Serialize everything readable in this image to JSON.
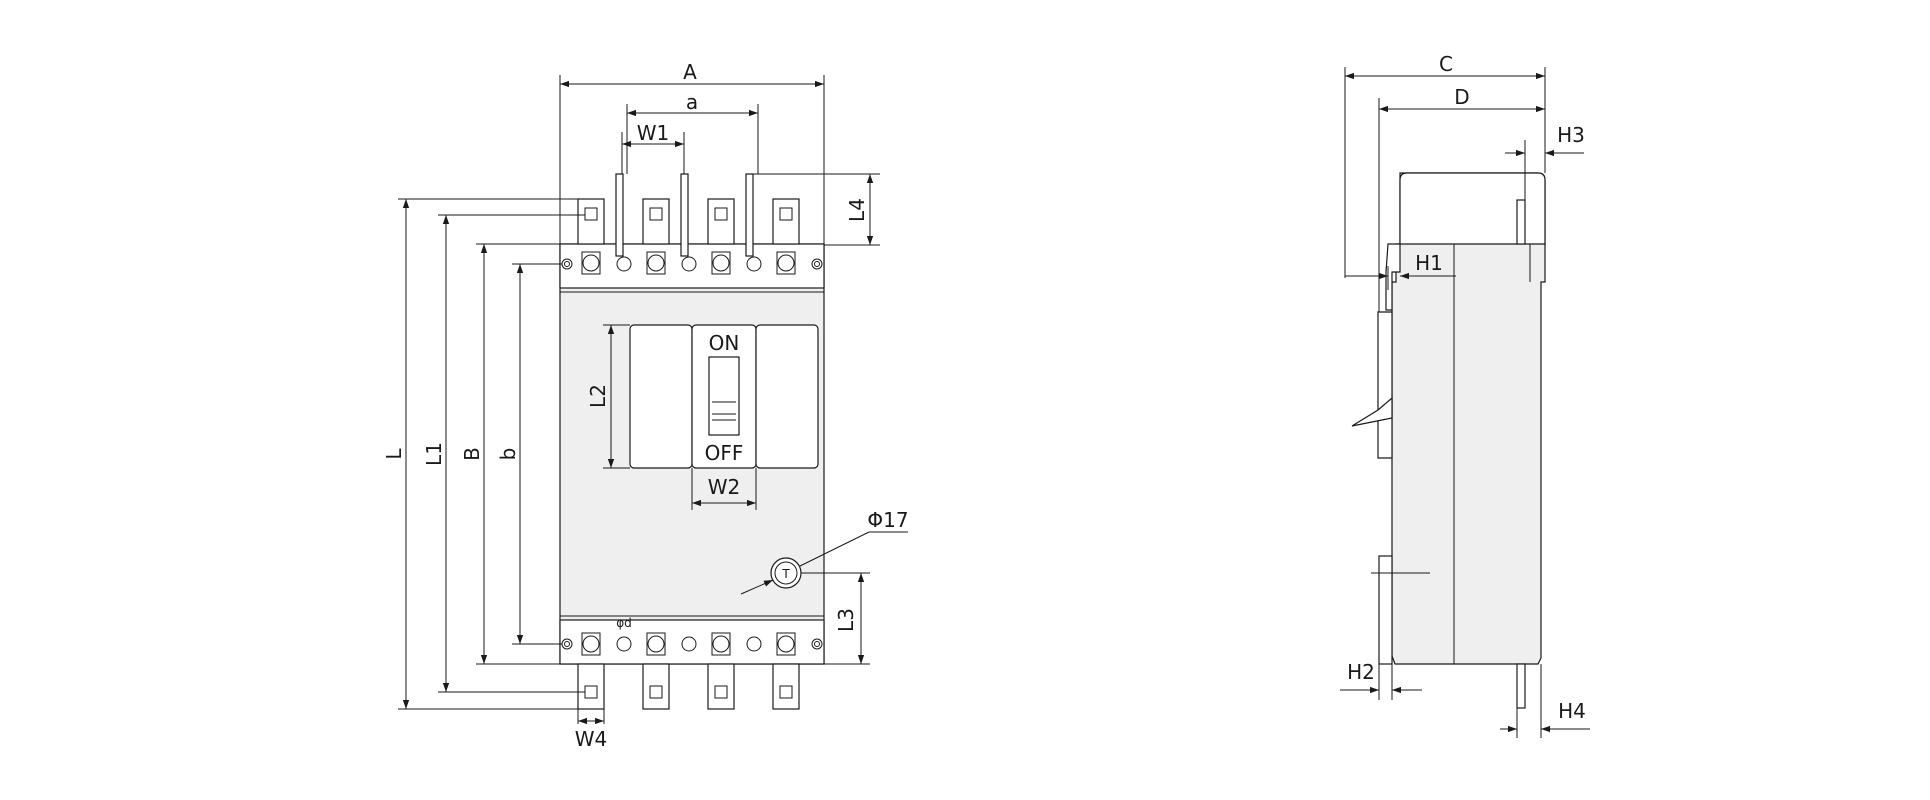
{
  "front_view": {
    "dimension_labels": {
      "A": "A",
      "a": "a",
      "W1": "W1",
      "L4": "L4",
      "L": "L",
      "L1": "L1",
      "B": "B",
      "b": "b",
      "L2": "L2",
      "W2": "W2",
      "phi17": "Φ17",
      "L3": "L3",
      "W4": "W4",
      "phid": "φd"
    },
    "switch": {
      "on": "ON",
      "off": "OFF"
    },
    "test_button": "T"
  },
  "side_view": {
    "dimension_labels": {
      "C": "C",
      "D": "D",
      "H3": "H3",
      "H1": "H1",
      "H2": "H2",
      "H4": "H4"
    }
  }
}
